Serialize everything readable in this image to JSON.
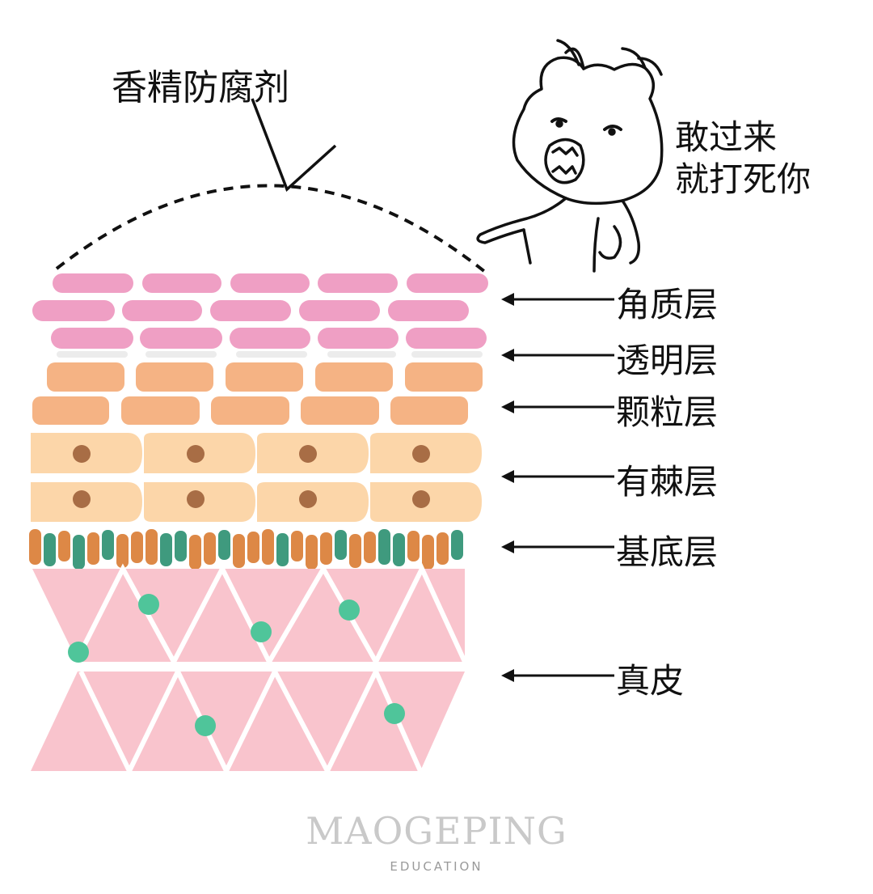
{
  "top_label": "香精防腐剂",
  "speech": {
    "line1": "敢过来",
    "line2": "就打死你"
  },
  "layers": [
    {
      "label": "角质层"
    },
    {
      "label": "透明层"
    },
    {
      "label": "颗粒层"
    },
    {
      "label": "有棘层"
    },
    {
      "label": "基底层"
    },
    {
      "label": "真皮"
    }
  ],
  "watermark": {
    "main": "MAOGEPING",
    "sub": "EDUCATION"
  },
  "colors": {
    "corneum": "#ef9fc4",
    "lucidum": "#ececec",
    "granulosum": "#f5b384",
    "spinosum": "#fcd6a9",
    "nucleus": "#a86d45",
    "basale_orange": "#dd8846",
    "basale_green": "#3f9a7e",
    "dermis": "#f9c4cd",
    "dermis_dot": "#4fc59a"
  }
}
